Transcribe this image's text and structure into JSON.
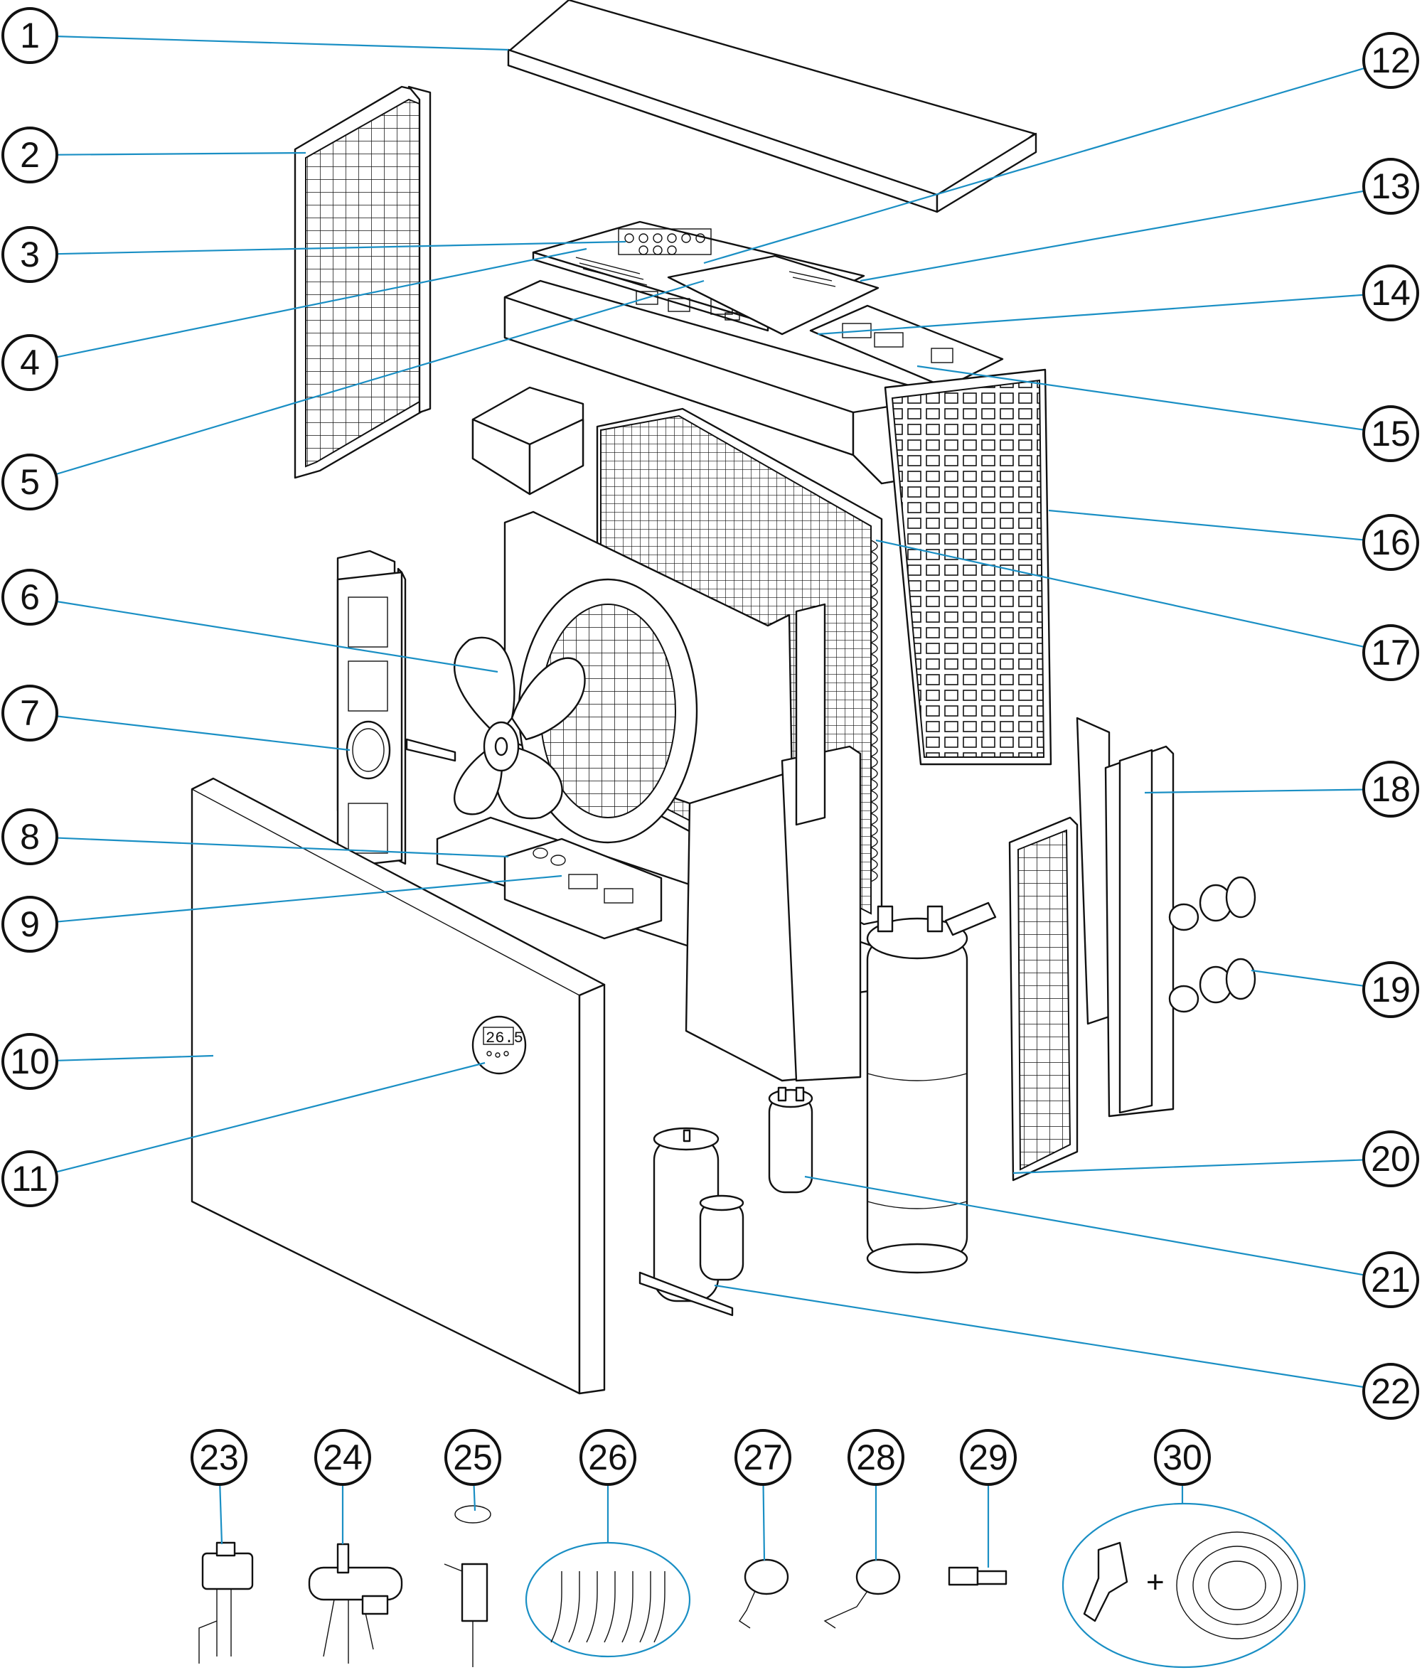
{
  "diagram": {
    "type": "exploded-parts-diagram",
    "leader_color": "#1a8fc4",
    "callouts": [
      {
        "id": "1",
        "label": "1"
      },
      {
        "id": "2",
        "label": "2"
      },
      {
        "id": "3",
        "label": "3"
      },
      {
        "id": "4",
        "label": "4"
      },
      {
        "id": "5",
        "label": "5"
      },
      {
        "id": "6",
        "label": "6"
      },
      {
        "id": "7",
        "label": "7"
      },
      {
        "id": "8",
        "label": "8"
      },
      {
        "id": "9",
        "label": "9"
      },
      {
        "id": "10",
        "label": "10"
      },
      {
        "id": "11",
        "label": "11"
      },
      {
        "id": "12",
        "label": "12"
      },
      {
        "id": "13",
        "label": "13"
      },
      {
        "id": "14",
        "label": "14"
      },
      {
        "id": "15",
        "label": "15"
      },
      {
        "id": "16",
        "label": "16"
      },
      {
        "id": "17",
        "label": "17"
      },
      {
        "id": "18",
        "label": "18"
      },
      {
        "id": "19",
        "label": "19"
      },
      {
        "id": "20",
        "label": "20"
      },
      {
        "id": "21",
        "label": "21"
      },
      {
        "id": "22",
        "label": "22"
      },
      {
        "id": "23",
        "label": "23"
      },
      {
        "id": "24",
        "label": "24"
      },
      {
        "id": "25",
        "label": "25"
      },
      {
        "id": "26",
        "label": "26"
      },
      {
        "id": "27",
        "label": "27"
      },
      {
        "id": "28",
        "label": "28"
      },
      {
        "id": "29",
        "label": "29"
      },
      {
        "id": "30",
        "label": "30"
      }
    ],
    "display_readout": "26.5",
    "accessory_plus": "+"
  }
}
